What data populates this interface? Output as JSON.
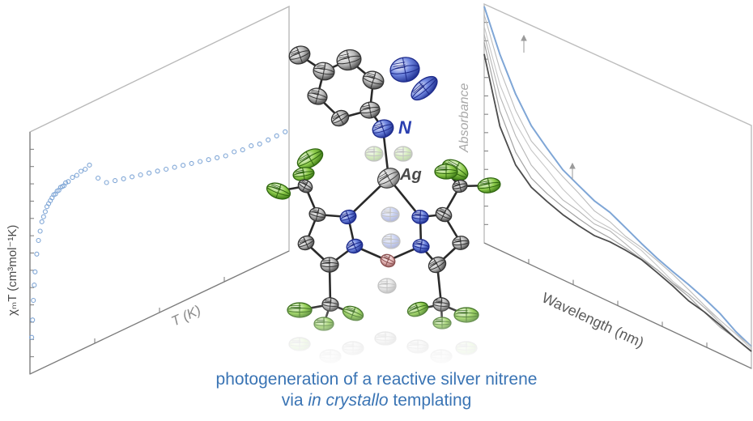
{
  "left_panel": {
    "ylabel": "χₘT (cm³mol⁻¹K)",
    "xlabel": "T (K)"
  },
  "right_panel": {
    "ylabel": "Absorbance",
    "xlabel": "Wavelength (nm)"
  },
  "structure": {
    "label_n": "N",
    "label_ag": "Ag"
  },
  "caption": {
    "line1": "photogeneration of a reactive silver nitrene",
    "line2_prefix": "via ",
    "line2_italic": "in crystallo",
    "line2_suffix": " templating"
  },
  "colors": {
    "caption": "#3a74b4",
    "data_blue": "#7fa6d6",
    "nitrogen": "#2a3fb0",
    "fluorine": "#6aa832",
    "carbon": "#9a9a9a",
    "boron": "#d7a8a8"
  },
  "chart_data": [
    {
      "type": "scatter",
      "title": "",
      "xlabel": "T (K)",
      "ylabel": "χₘT (cm³mol⁻¹K)",
      "series": [
        {
          "x": [
            2,
            3,
            4,
            5,
            6,
            8,
            10,
            12,
            14,
            16,
            18,
            20,
            22,
            24,
            26,
            28,
            30,
            32,
            34,
            36,
            38,
            40,
            42,
            45,
            50,
            55,
            60,
            65,
            70,
            80,
            90,
            100,
            110,
            120,
            130,
            140,
            150,
            160,
            170,
            180,
            190,
            200,
            210,
            220,
            230,
            240,
            250,
            260,
            270,
            280,
            290,
            300
          ],
          "values": [
            0.1,
            0.18,
            0.27,
            0.34,
            0.4,
            0.48,
            0.54,
            0.58,
            0.62,
            0.64,
            0.66,
            0.68,
            0.69,
            0.7,
            0.71,
            0.72,
            0.72,
            0.73,
            0.73,
            0.74,
            0.74,
            0.74,
            0.75,
            0.75,
            0.76,
            0.76,
            0.77,
            0.77,
            0.78,
            0.7,
            0.66,
            0.65,
            0.64,
            0.63,
            0.62,
            0.61,
            0.6,
            0.59,
            0.58,
            0.57,
            0.56,
            0.55,
            0.54,
            0.53,
            0.52,
            0.52,
            0.51,
            0.51,
            0.5,
            0.5,
            0.5,
            0.5
          ]
        }
      ]
    },
    {
      "type": "line",
      "title": "",
      "xlabel": "Wavelength (nm)",
      "ylabel": "Absorbance",
      "series": [
        {
          "values": [
            1.0,
            0.82,
            0.68,
            0.58,
            0.52,
            0.46,
            0.42,
            0.38,
            0.36,
            0.33,
            0.3,
            0.27,
            0.24,
            0.21,
            0.18,
            0.15,
            0.11,
            0.08
          ]
        },
        {
          "values": [
            0.96,
            0.76,
            0.62,
            0.52,
            0.47,
            0.42,
            0.38,
            0.34,
            0.33,
            0.3,
            0.28,
            0.25,
            0.22,
            0.19,
            0.16,
            0.13,
            0.1,
            0.07
          ]
        },
        {
          "values": [
            0.92,
            0.7,
            0.56,
            0.47,
            0.42,
            0.37,
            0.34,
            0.31,
            0.3,
            0.28,
            0.26,
            0.23,
            0.2,
            0.18,
            0.15,
            0.12,
            0.09,
            0.06
          ]
        },
        {
          "values": [
            0.88,
            0.64,
            0.5,
            0.41,
            0.37,
            0.33,
            0.31,
            0.28,
            0.28,
            0.26,
            0.24,
            0.22,
            0.19,
            0.17,
            0.14,
            0.11,
            0.08,
            0.06
          ]
        },
        {
          "values": [
            0.84,
            0.58,
            0.44,
            0.36,
            0.32,
            0.29,
            0.27,
            0.26,
            0.26,
            0.25,
            0.23,
            0.21,
            0.18,
            0.16,
            0.13,
            0.1,
            0.08,
            0.05
          ]
        },
        {
          "values": [
            0.8,
            0.52,
            0.38,
            0.31,
            0.28,
            0.26,
            0.25,
            0.24,
            0.24,
            0.23,
            0.22,
            0.2,
            0.18,
            0.15,
            0.13,
            0.1,
            0.07,
            0.05
          ]
        }
      ]
    }
  ]
}
